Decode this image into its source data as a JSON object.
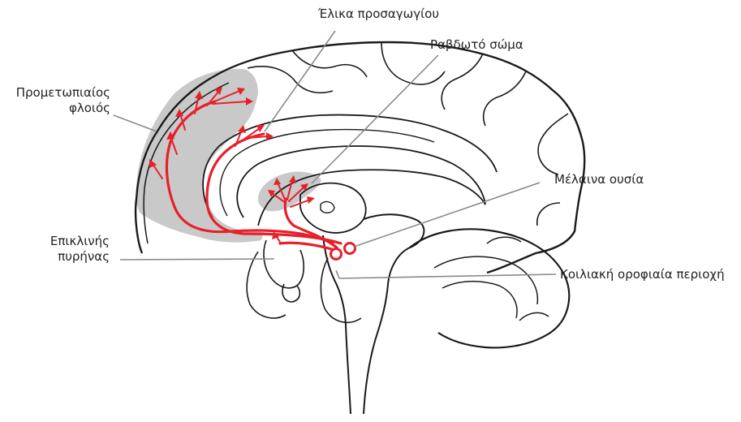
{
  "labels": {
    "elika": "Έλικα προσαγωγίου",
    "rabdoto": "Ραβδωτό σώμα",
    "prometopiaios_line1": "Προμετωπιαίος",
    "prometopiaios_line2": "φλοιός",
    "melaina": "Μέλαινα ουσία",
    "epiklinis_line1": "Επικλινής",
    "epiklinis_line2": "πυρήνας",
    "koiliaki": "Κοιλιακή οροφιαία περιοχή"
  },
  "colors": {
    "pathway": "#e8202a",
    "outline": "#1a1a1a",
    "shaded_region": "#c9c9c9",
    "leader_line": "#8a8a8a"
  }
}
